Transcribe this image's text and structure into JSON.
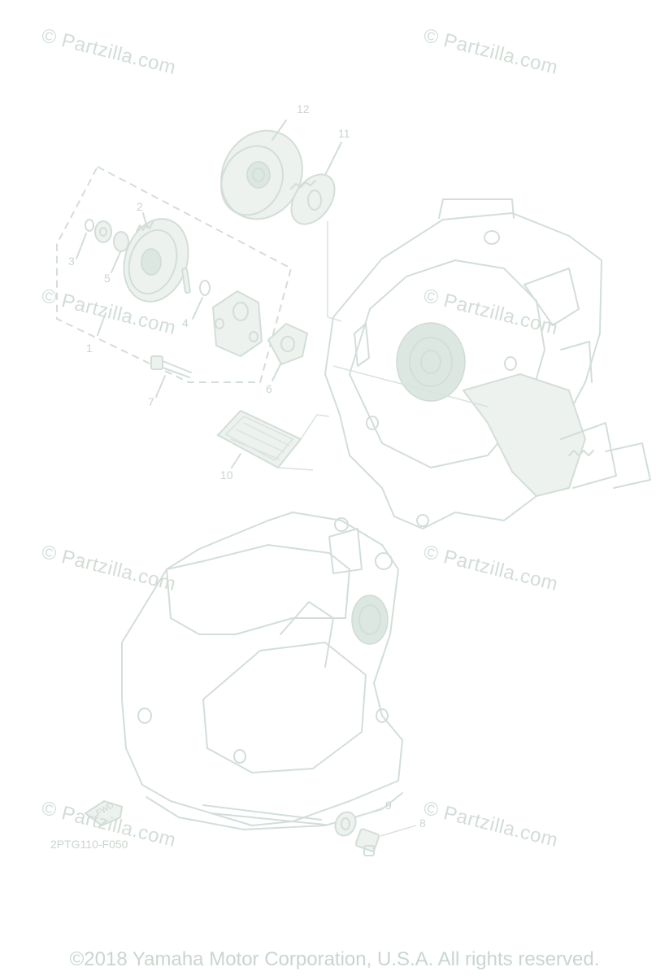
{
  "watermarks": [
    "© Partzilla.com",
    "© Partzilla.com",
    "© Partzilla.com",
    "© Partzilla.com",
    "© Partzilla.com",
    "© Partzilla.com",
    "© Partzilla.com",
    "© Partzilla.com"
  ],
  "callouts": [
    "1",
    "2",
    "3",
    "4",
    "5",
    "6",
    "7",
    "8",
    "9",
    "10",
    "11",
    "12"
  ],
  "fwd_label": "FWD",
  "diagram_code": "2PTG110-F050",
  "copyright": "©2018 Yamaha Motor Corporation, U.S.A. All rights reserved."
}
